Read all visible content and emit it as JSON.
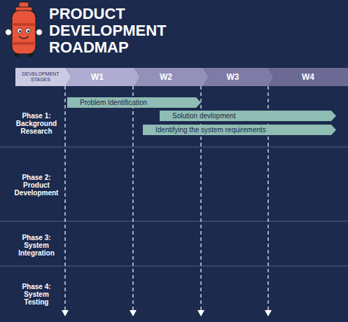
{
  "diagram": {
    "title": "PRODUCT DEVELOPMENT ROADMAP",
    "nodes": [
      {
        "text": [
          "DEVELOPMENT STAGES"
        ]
      },
      {
        "text": [
          "W1"
        ]
      },
      {
        "text": [
          "W2"
        ]
      },
      {
        "text": [
          "W3"
        ]
      },
      {
        "text": [
          "W4"
        ]
      },
      {
        "text": [
          "Problem Identification"
        ]
      },
      {
        "text": [
          "Solution devlopment"
        ]
      },
      {
        "text": [
          "Identifying the system requirements"
        ]
      }
    ],
    "labels": [
      "Phase 1: Background Research",
      "Phase 2: Product Development",
      "Phase 3: System Integration",
      "Phase 4: System Testing"
    ]
  }
}
